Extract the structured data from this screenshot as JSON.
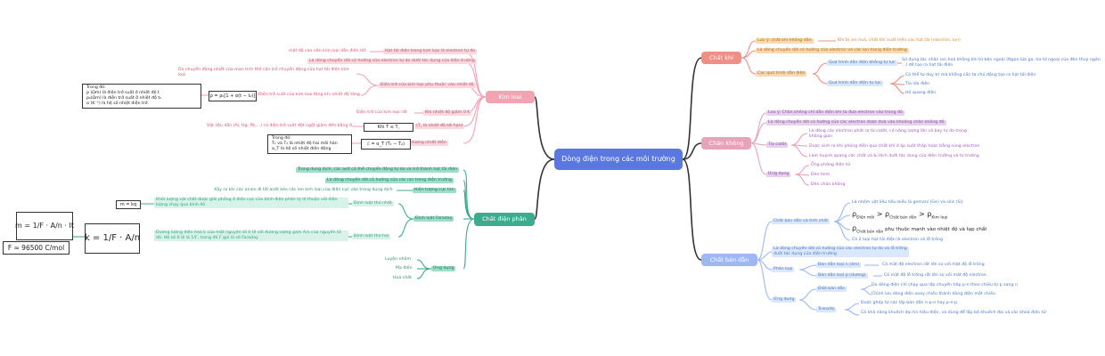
{
  "central": "Dòng điện trong các môi trường",
  "metal": {
    "title": "Kim loại",
    "b1": "Hạt tải điện trong kim loại là electron tự do",
    "b1_sub": "mật độ cao nên kim loại dẫn điện tốt",
    "b2": "Là dòng chuyển dời có hướng của electron tự do dưới tác dụng của điện trường",
    "b3": "Điện trở của kim loại phụ thuộc vào nhiệt độ",
    "b3_sub1": "Do chuyển động nhiệt của mạn tinh thể cản trở chuyển động của hạt tải điện kim loại",
    "b3_sub2": "Điện trở suất của kim loại tăng khi nhiệt độ tăng",
    "b3_formula": "ρ = ρ₀[1 + α(t − t₀)]",
    "b3_note_1": "Trong đó:",
    "b3_note_2": "ρ (Ωm) là điện trở suất ở nhiệt độ t",
    "b3_note_3": "ρ₀(Ωm) là điện trở suất ở nhiệt độ t₀",
    "b3_note_4": "α (K⁻¹) là hệ số nhiệt điện trở",
    "b4": "Khi nhiệt độ giảm 0 K",
    "b4_sub": "Điện trở của kim loại rất",
    "b5": "Khi T ≤ T꜀",
    "b5_tc": "(T꜀ là nhiệt độ tới hạn)",
    "b5_sub": "Vật liệu dẫn (Al, Hg, Pb,...) có điện trở suất đột ngột giảm đến bằng 0",
    "b6": "Hiện tượng nhiệt điện",
    "b6_formula": "ℰ = α_T (T₁ − T₂)",
    "b6_note_1": "Trong đó:",
    "b6_note_2": "T₁ và T₂ là nhiệt độ hai mối hàn",
    "b6_note_3": "α_T là hệ số nhiệt điện động"
  },
  "electrolyte": {
    "title": "Chất điện phân",
    "b1": "Trong dung dịch, các axit có thể chuyển động tự do và trở thành hạt tải điện",
    "b2": "Là dòng chuyển dời có hướng của các ion trong điện trường",
    "b3": "Hiện tượng cực tan",
    "b3_sub": "Xảy ra khi các anion đi tới anôt kéo các ion kim loại của điện cực vào trong dung dịch",
    "faraday": "Định luật Faraday",
    "law1": "Định luật thứ nhất",
    "law1_sub": "Khối lượng vật chất được giải phóng ở điện cực của bình điện phân tỷ lệ thuận với điện lượng chạy qua bình đó",
    "law1_formula": "m = kq",
    "law2": "Định luật thứ hai",
    "law2_sub": "Đương lượng điện hoá k của một nguyên tố tỉ lệ với đương lượng gam A/n của nguyên tố đó. Hệ số tỉ lệ là 1/F, trong đó F gọi là số Faraday",
    "law2_formula_k": "k = 1/F · A/n",
    "formula_m": "m = 1/F · A/n · It",
    "formula_F": "F ≈ 96500 C/mol",
    "app": "Ứng dụng",
    "app_items": [
      "Luyện nhôm",
      "Mạ điện",
      "Hoá chất"
    ]
  },
  "gas": {
    "title": "Chất khí",
    "note": "Lưu ý: chất khí không dẫn",
    "note_sub": "Khi bị ion hoá, chất khí xuất hiện các hạt tải (electron, ion)",
    "b2": "Là dòng chuyển dời có hướng của electron và các ion trong điện trường",
    "b3": "Các quá trình dẫn điện",
    "non_self": "Quá trình dẫn điện không tự lực",
    "non_self_sub": "Sử dụng tác nhân ion hoá không khí từ bên ngoài (Ngọn lửa ga, tia tử ngoại của đèn thuỷ ngân ...) để tạo ra hạt tải điện",
    "self": "Quá trình dẫn điện tự lực",
    "self_1": "Có thể tự duy trì mà không cần ta chủ động tạo ra hạt tải điện",
    "self_2": "Tia lửa điện",
    "self_3": "Hồ quang điện"
  },
  "vacuum": {
    "title": "Chân không",
    "note": "Lưu ý: Chân không chỉ dẫn điện khi ta đưa electron vào trong đó",
    "b2": "Là dòng chuyển dời có hướng của các electron được đưa vào khoảng chân không đó",
    "ray": "Tia catôt",
    "ray_1": "Là dòng các electron phát ra từ catốt, có năng lượng lớn và bay tự do trong không gian",
    "ray_2": "Được sinh ra khi phóng điện qua chất khí ở áp suất thấp hoặc bằng súng electron",
    "ray_3": "Làm huỳnh quang các chất và bị lệch dưới tác dụng của điện trường và từ trường",
    "app": "Ứng dụng",
    "app_items": [
      "Ống phóng điện tử",
      "Đèn hình",
      "Đèn chân không"
    ]
  },
  "semi": {
    "title": "Chất bán dẫn",
    "b1": "Chất bán dẫn và tính chất",
    "b1_1": "Là nhóm vật liệu tiêu biểu là gemani (Ge) và silic (Si)",
    "b1_2a": "ρ",
    "b1_2a_sub": "Điện môi",
    "b1_2b": " > ρ",
    "b1_2b_sub": "Chất bán dẫn",
    "b1_2c": " > ρ",
    "b1_2c_sub": "Kim loại",
    "b1_3a": "ρ",
    "b1_3a_sub": "Chất bán dẫn",
    "b1_3b": " phụ thuộc mạnh vào nhiệt độ và tạp chất",
    "b1_4": "Có 2 loại hạt tải điện là electron và lỗ trống",
    "b2": "Là dòng chuyển dời có hướng của các electron tự do và lỗ trống dưới tác dụng của điện trường",
    "class": "Phân loại",
    "n_type": "Bán dẫn loại n (âm)",
    "n_sub": "Có mật độ electron rất lớn so với mật độ lỗ trống",
    "p_type": "Bán dẫn loại p (dương)",
    "p_sub": "Có mật độ lỗ trống rất lớn so với mật độ electron",
    "app": "Ứng dụng",
    "diode": "Điốt bán dẫn",
    "diode_1": "Do dòng điện chỉ chạy qua lớp chuyển tiếp p-n theo chiều từ p sang n",
    "diode_2": "Chỉnh lưu dòng điện xoay chiều thành dòng điện một chiều",
    "tran": "Tranzito",
    "tran_1": "Được ghép từ các lớp bán dẫn n-p-n hay p-n-p",
    "tran_2": "Có khả năng khuếch đại tín hiệu điện, và dùng để lắp bộ khuếch đại và các khoá điện tử"
  },
  "colors": {
    "central": "#5b78e0",
    "metal": "#f4a3b3",
    "electrolyte": "#3dab8d",
    "gas": "#ef8f86",
    "vacuum": "#e7a3b9",
    "semi": "#9fb8f5"
  }
}
